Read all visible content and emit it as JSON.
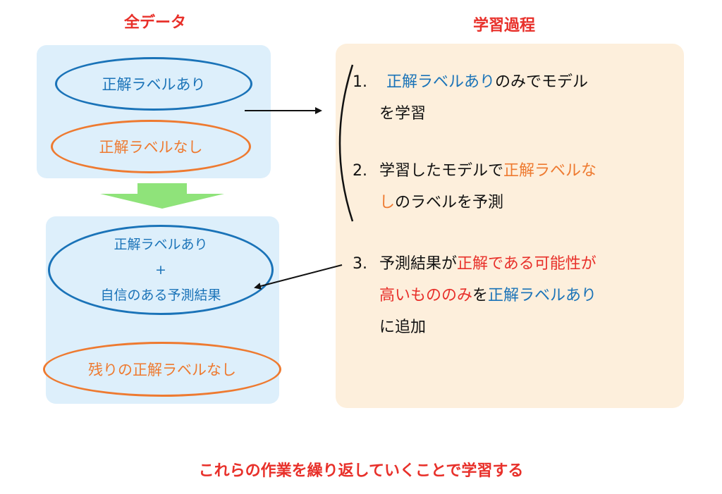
{
  "headings": {
    "all_data": "全データ",
    "learning_process": "学習過程"
  },
  "all_data_box": {
    "labeled": "正解ラベルあり",
    "unlabeled": "正解ラベルなし"
  },
  "result_box": {
    "combined_line1": "正解ラベルあり",
    "combined_plus": "+",
    "combined_line2": "自信のある予測結果",
    "remaining": "残りの正解ラベルなし"
  },
  "steps": [
    {
      "number": "1.",
      "parts": [
        {
          "text": "正解ラベルあり",
          "color": "blue"
        },
        {
          "text": "のみでモデル",
          "color": "black"
        },
        {
          "text": "を学習",
          "color": "black"
        }
      ]
    },
    {
      "number": "2.",
      "parts": [
        {
          "text": "学習したモデルで",
          "color": "black"
        },
        {
          "text": "正解ラベルな",
          "color": "orange"
        },
        {
          "text": "し",
          "color": "orange"
        },
        {
          "text": "のラベルを予測",
          "color": "black"
        }
      ]
    },
    {
      "number": "3.",
      "parts": [
        {
          "text": "予測結果が",
          "color": "black"
        },
        {
          "text": "正解である可能性が",
          "color": "red"
        },
        {
          "text": "高いもののみ",
          "color": "red"
        },
        {
          "text": "を",
          "color": "black"
        },
        {
          "text": "正解ラベルあり",
          "color": "blue"
        },
        {
          "text": "に追加",
          "color": "black"
        }
      ]
    }
  ],
  "footer": "これらの作業を繰り返していくことで学習する",
  "colors": {
    "blue": "#1a73b8",
    "orange": "#ee7a30",
    "red": "#e8302a",
    "arrow_green": "#8fe37a",
    "panel_blue": "#ddeffb",
    "panel_orange": "#fdefdc"
  }
}
